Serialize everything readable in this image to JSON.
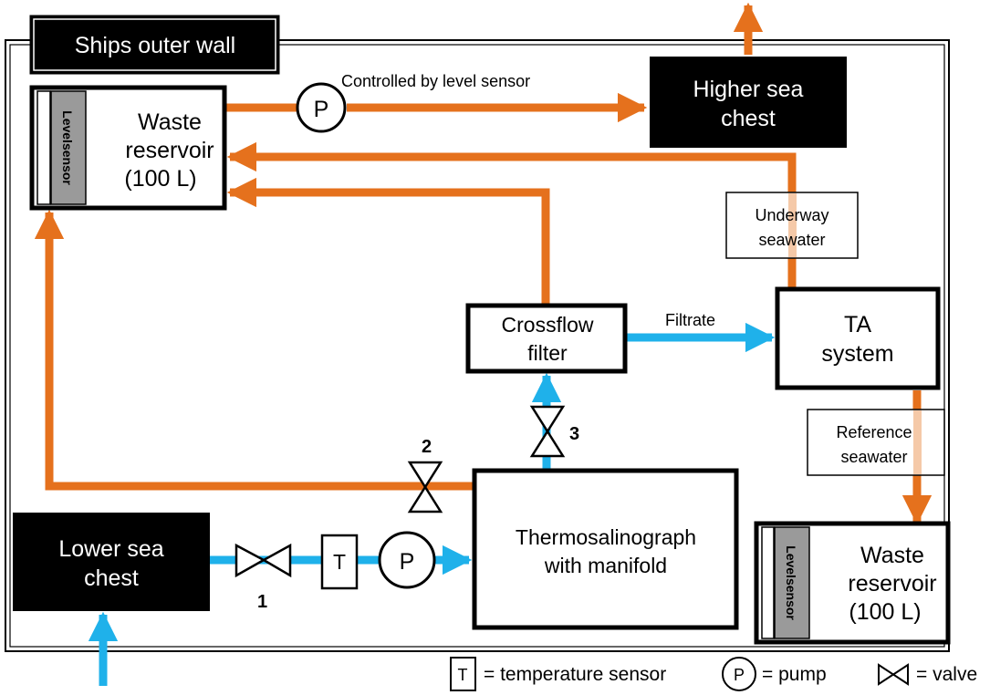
{
  "colors": {
    "waste_line": "#e5711d",
    "seawater_line": "#1fb1ea",
    "box_fill_dark": "#000000",
    "sensor_gray": "#9a9a9a"
  },
  "labels": {
    "ships_outer_wall": "Ships outer wall",
    "waste_reservoir_top": [
      "Waste",
      "reservoir",
      "(100 L)"
    ],
    "waste_reservoir_bottom": [
      "Waste",
      "reservoir",
      "(100 L)"
    ],
    "level_sensor": "Levelsensor",
    "higher_sea_chest": [
      "Higher sea",
      "chest"
    ],
    "lower_sea_chest": [
      "Lower sea",
      "chest"
    ],
    "controlled_by": "Controlled by level sensor",
    "underway_seawater": [
      "Underway",
      "seawater"
    ],
    "reference_seawater": [
      "Reference",
      "seawater"
    ],
    "crossflow_filter": [
      "Crossflow",
      "filter"
    ],
    "filtrate": "Filtrate",
    "ta_system": [
      "TA",
      "system"
    ],
    "thermosalinograph": [
      "Thermosalinograph",
      "with manifold"
    ],
    "pump_symbol": "P",
    "temp_symbol": "T",
    "valve_numbers": [
      "1",
      "2",
      "3"
    ]
  },
  "legend": {
    "temperature": "= temperature sensor",
    "pump": "= pump",
    "valve": "= valve"
  }
}
